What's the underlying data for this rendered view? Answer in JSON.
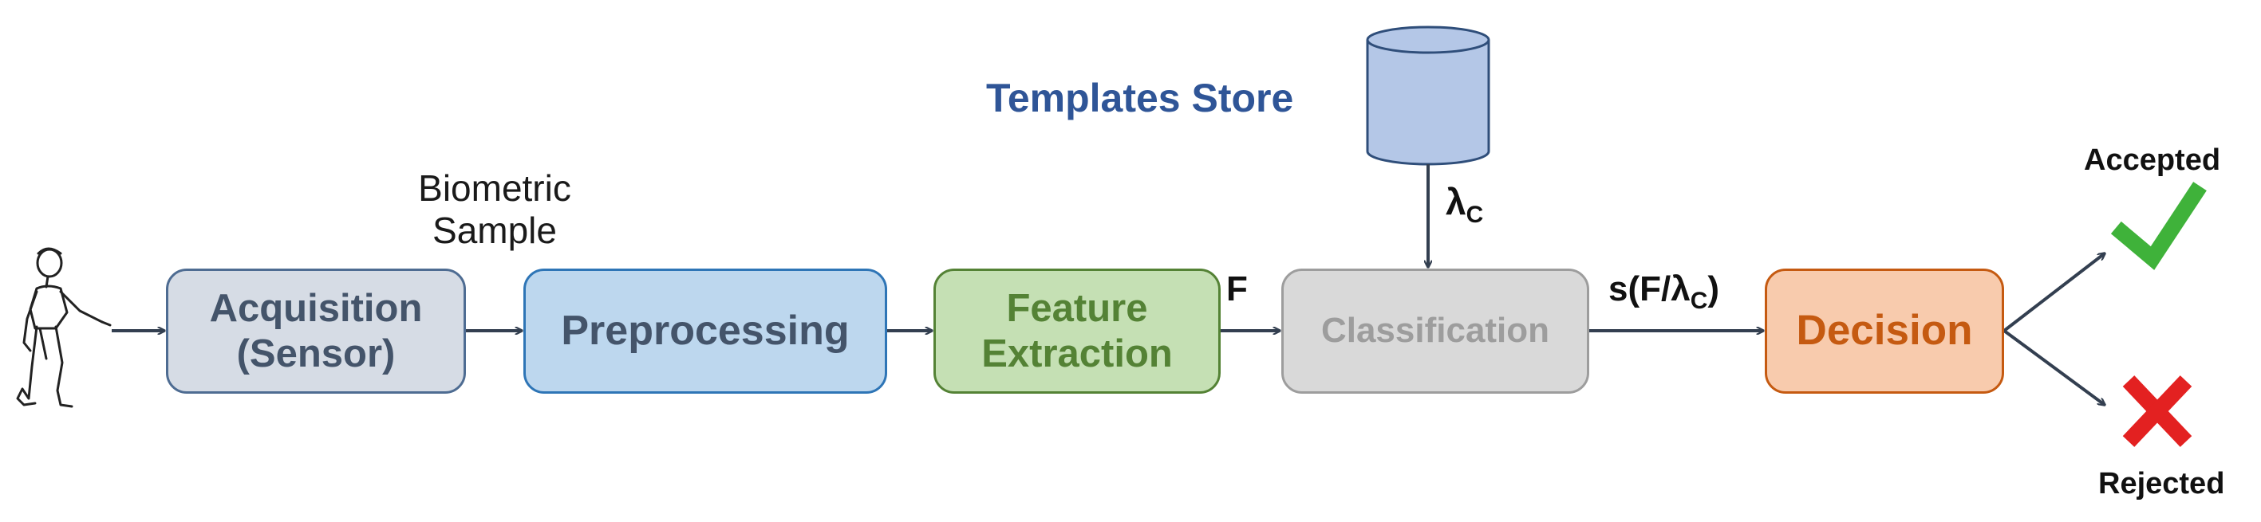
{
  "diagram": {
    "biometric_sample": [
      "Biometric",
      "Sample"
    ],
    "templates_store": "Templates Store",
    "blocks": {
      "acquisition": [
        "Acquisition",
        "(Sensor)"
      ],
      "preprocessing": "Preprocessing",
      "feature_extraction": [
        "Feature",
        "Extraction"
      ],
      "classification": "Classification",
      "decision": "Decision"
    },
    "edge_labels": {
      "features": "F",
      "template_symbol": "λ",
      "template_subscript": "C",
      "score_prefix": "s(F/λ",
      "score_subscript": "C",
      "score_suffix": ")"
    },
    "outcomes": {
      "accepted": "Accepted",
      "rejected": "Rejected"
    }
  },
  "colors": {
    "arrow": "#333f50",
    "accepted": "#3fb23a",
    "rejected": "#e32121",
    "database": "#b4c7e7"
  },
  "icons": [
    "walking-person-icon",
    "database-icon",
    "checkmark-icon",
    "cross-icon"
  ]
}
